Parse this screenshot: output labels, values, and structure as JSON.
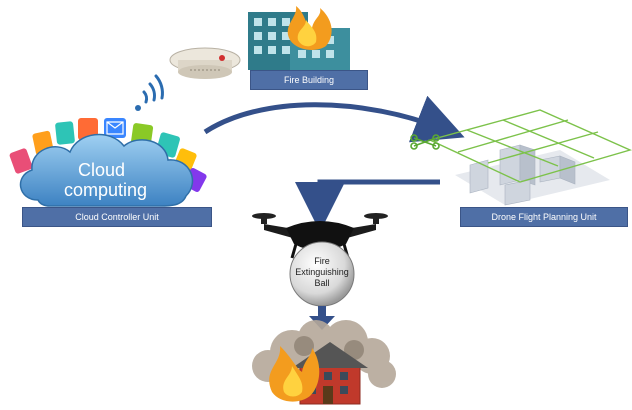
{
  "labels": {
    "fire_building": "Fire Building",
    "cloud_controller": "Cloud Controller Unit",
    "drone_planning": "Drone Flight Planning Unit"
  },
  "cloud_text": {
    "line1": "Cloud",
    "line2": "computing"
  },
  "ball_text": {
    "line1": "Fire",
    "line2": "Extinguishing",
    "line3": "Ball"
  },
  "colors": {
    "label_box": "#4f6fa6",
    "arrow": "#34508a",
    "grid_green": "#7cc24a",
    "cloud": "#5b9fd8",
    "flame": "#f39c1e",
    "building": "#2f7b8a",
    "red_house": "#c0392b"
  }
}
